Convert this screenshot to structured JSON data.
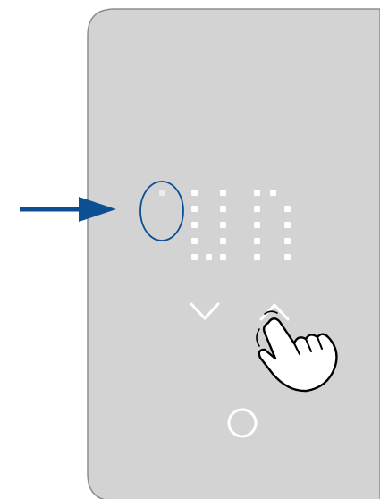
{
  "device": {
    "panel_color": "#d3d3d3",
    "panel_border": "#8e8e8e",
    "glyph_color": "#ffffff"
  },
  "display": {
    "segments": [
      "dot",
      "u",
      "n"
    ],
    "highlight_segment": "dot"
  },
  "controls": {
    "down_icon": "chevron-down-icon",
    "up_icon": "chevron-up-icon",
    "power_icon": "circle-icon"
  },
  "annotation": {
    "arrow_color": "#0d4f94",
    "highlight_color": "#0d4f94",
    "pointer": "tapping-hand-icon"
  }
}
